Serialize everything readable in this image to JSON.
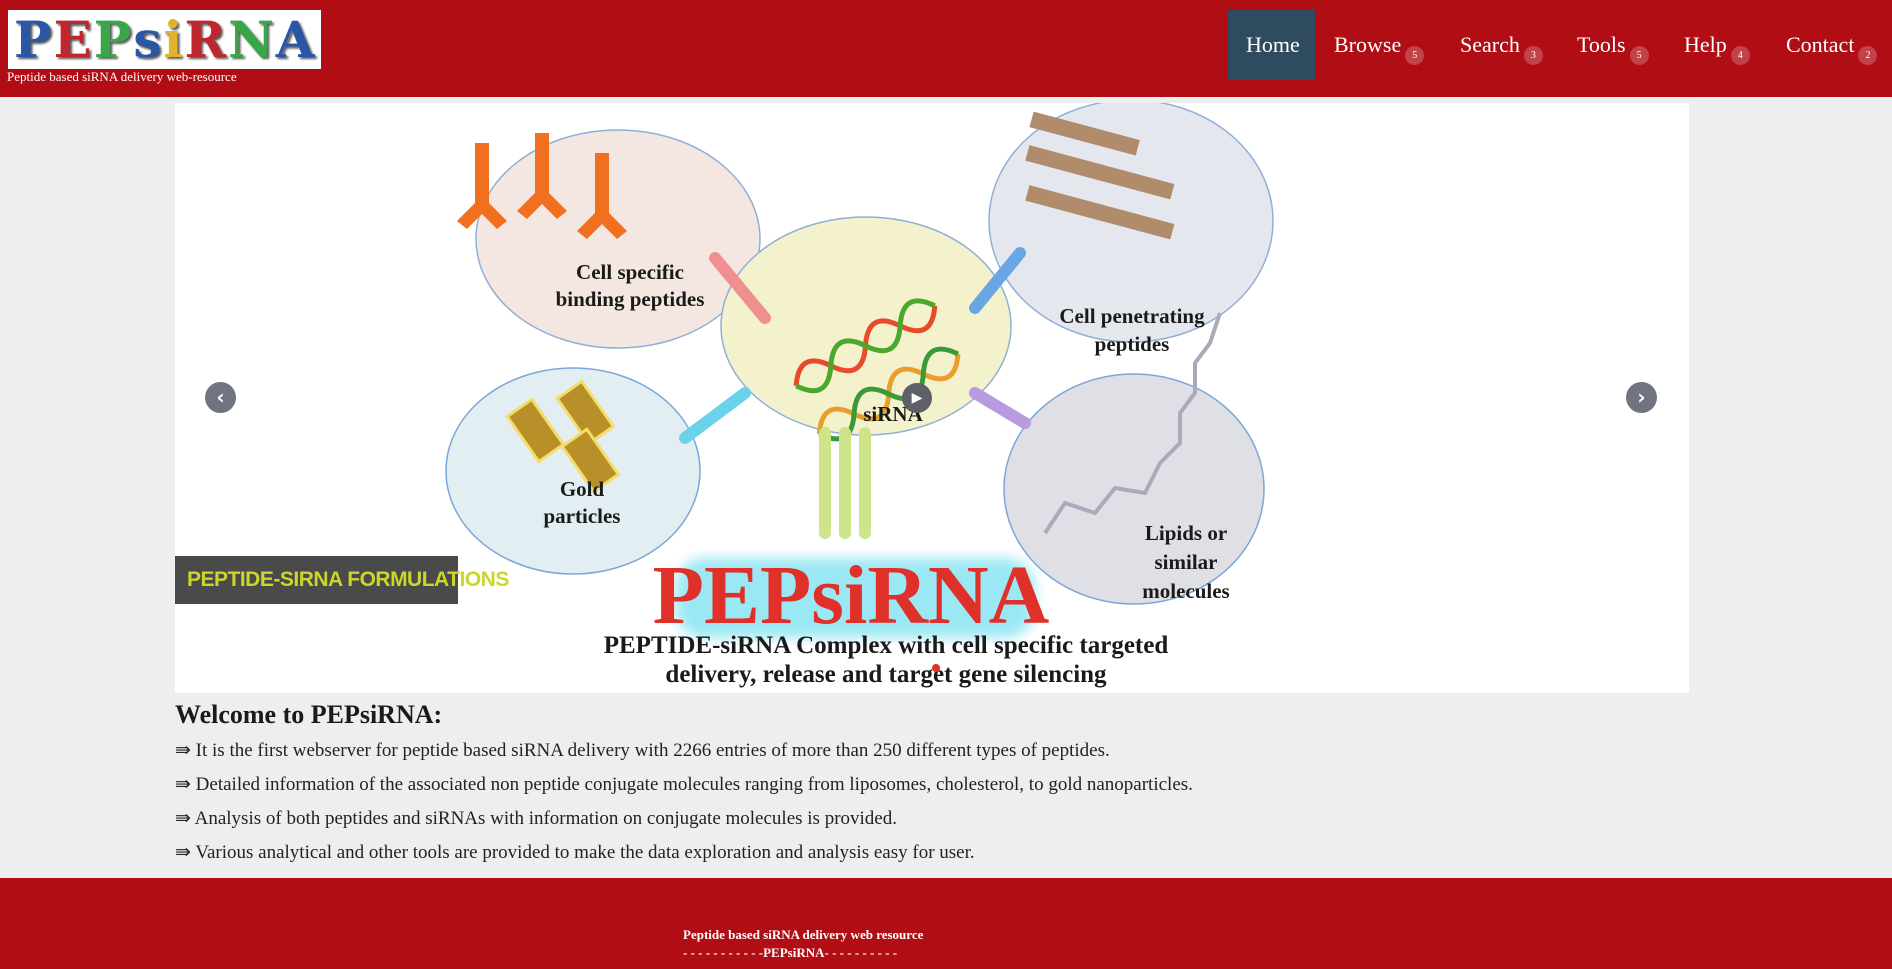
{
  "header": {
    "logo_letters": [
      {
        "t": "P",
        "c": "#2a56a8"
      },
      {
        "t": "E",
        "c": "#c0262d"
      },
      {
        "t": "P",
        "c": "#3aa64a"
      },
      {
        "t": "s",
        "c": "#2a56a8"
      },
      {
        "t": "i",
        "c": "#e2b22a"
      },
      {
        "t": "R",
        "c": "#c0262d"
      },
      {
        "t": "N",
        "c": "#3aa64a"
      },
      {
        "t": "A",
        "c": "#2a56a8"
      }
    ],
    "logo_text": "PEPsiRNA",
    "tagline": "Peptide based siRNA delivery web-resource"
  },
  "nav": [
    {
      "label": "Home",
      "badge": null,
      "active": true
    },
    {
      "label": "Browse",
      "badge": "5"
    },
    {
      "label": "Search",
      "badge": "3"
    },
    {
      "label": "Tools",
      "badge": "5"
    },
    {
      "label": "Help",
      "badge": "4"
    },
    {
      "label": "Contact",
      "badge": "2"
    }
  ],
  "carousel": {
    "caption": "PEPTIDE-SIRNA FORMULATIONS",
    "prev_icon": "chevron-left-icon",
    "next_icon": "chevron-right-icon",
    "slide": {
      "cell_specific": [
        "Cell specific",
        "binding peptides"
      ],
      "cell_penetrating": [
        "Cell penetrating",
        "peptides"
      ],
      "sirna": "siRNA",
      "gold": [
        "Gold",
        "particles"
      ],
      "lipids": [
        "Lipids or",
        "similar",
        "molecules"
      ],
      "brand": "PEPsiRNA",
      "description": [
        "PEPTIDE-siRNA Complex with cell specific targeted",
        "delivery, release and target gene silencing"
      ]
    }
  },
  "welcome": {
    "title": "Welcome to PEPsiRNA:",
    "bullet_symbol": "⇛",
    "items": [
      "It is the first webserver for peptide based siRNA delivery with 2266 entries of more than 250 different types of peptides.",
      "Detailed information of the associated non peptide conjugate molecules ranging from liposomes, cholesterol, to gold nanoparticles.",
      "Analysis of both peptides and siRNAs with information on conjugate molecules is provided.",
      "Various analytical and other tools are provided to make the data exploration and analysis easy for user."
    ]
  },
  "footer": {
    "line1": "Peptide based siRNA delivery web resource",
    "line2": "- - - - - - - - - - -PEPsiRNA- - - - - - - - - -"
  }
}
